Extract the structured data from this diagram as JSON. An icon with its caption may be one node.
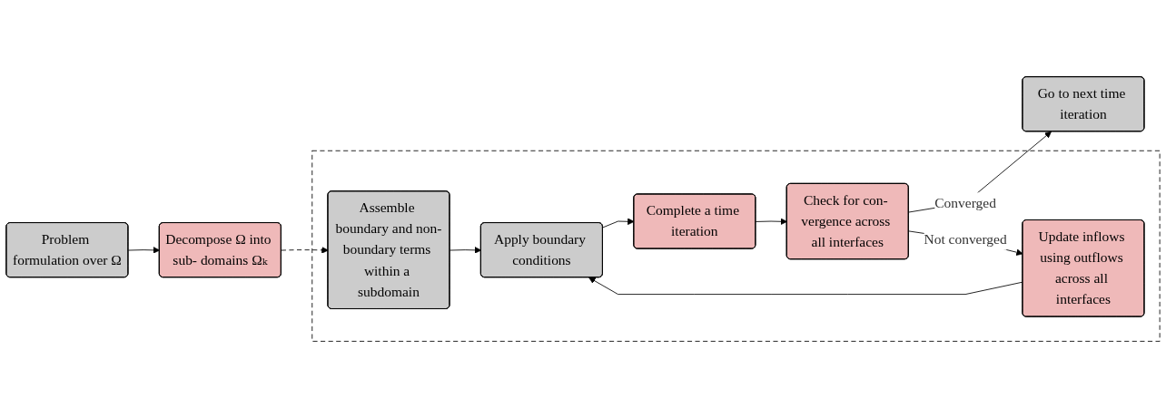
{
  "diagram": {
    "nodes": [
      {
        "text": [
          "Problem formulation over Ω"
        ]
      },
      {
        "text": [
          "Decompose Ω into sub- domains Ωₖ"
        ]
      },
      {
        "text": [],
        "shape": "box"
      },
      {
        "text": [
          "Assemble boundary and non-boundary terms within a subdomain"
        ],
        "in": 2
      },
      {
        "text": [
          "Complete a time iteration"
        ],
        "in": 2
      },
      {
        "text": [
          "Apply boundary conditions"
        ],
        "in": 2
      },
      {
        "text": [
          "Update inflows using outflows across all interfaces"
        ],
        "in": 2
      },
      {
        "text": [
          "Check for con- vergence across all interfaces"
        ],
        "in": 2
      },
      {
        "text": [
          "Go to next time iteration"
        ]
      }
    ],
    "edges": [
      {
        "from": 0,
        "to": 1,
        "arrow": "to"
      },
      {
        "from": 1,
        "to": 3,
        "arrow": "to",
        "style": "dashed"
      },
      {
        "from": 3,
        "to": 5,
        "arrow": "to"
      },
      {
        "from": 5,
        "to": 4,
        "arrow": "to"
      },
      {
        "from": 4,
        "to": 7,
        "arrow": "to"
      },
      {
        "from": 7,
        "to": 8,
        "arrow": "to",
        "label": "Converged"
      },
      {
        "from": 7,
        "to": 6,
        "arrow": "to",
        "label": "Not converged"
      },
      {
        "from": 6,
        "to": 5,
        "arrow": "to"
      }
    ]
  }
}
